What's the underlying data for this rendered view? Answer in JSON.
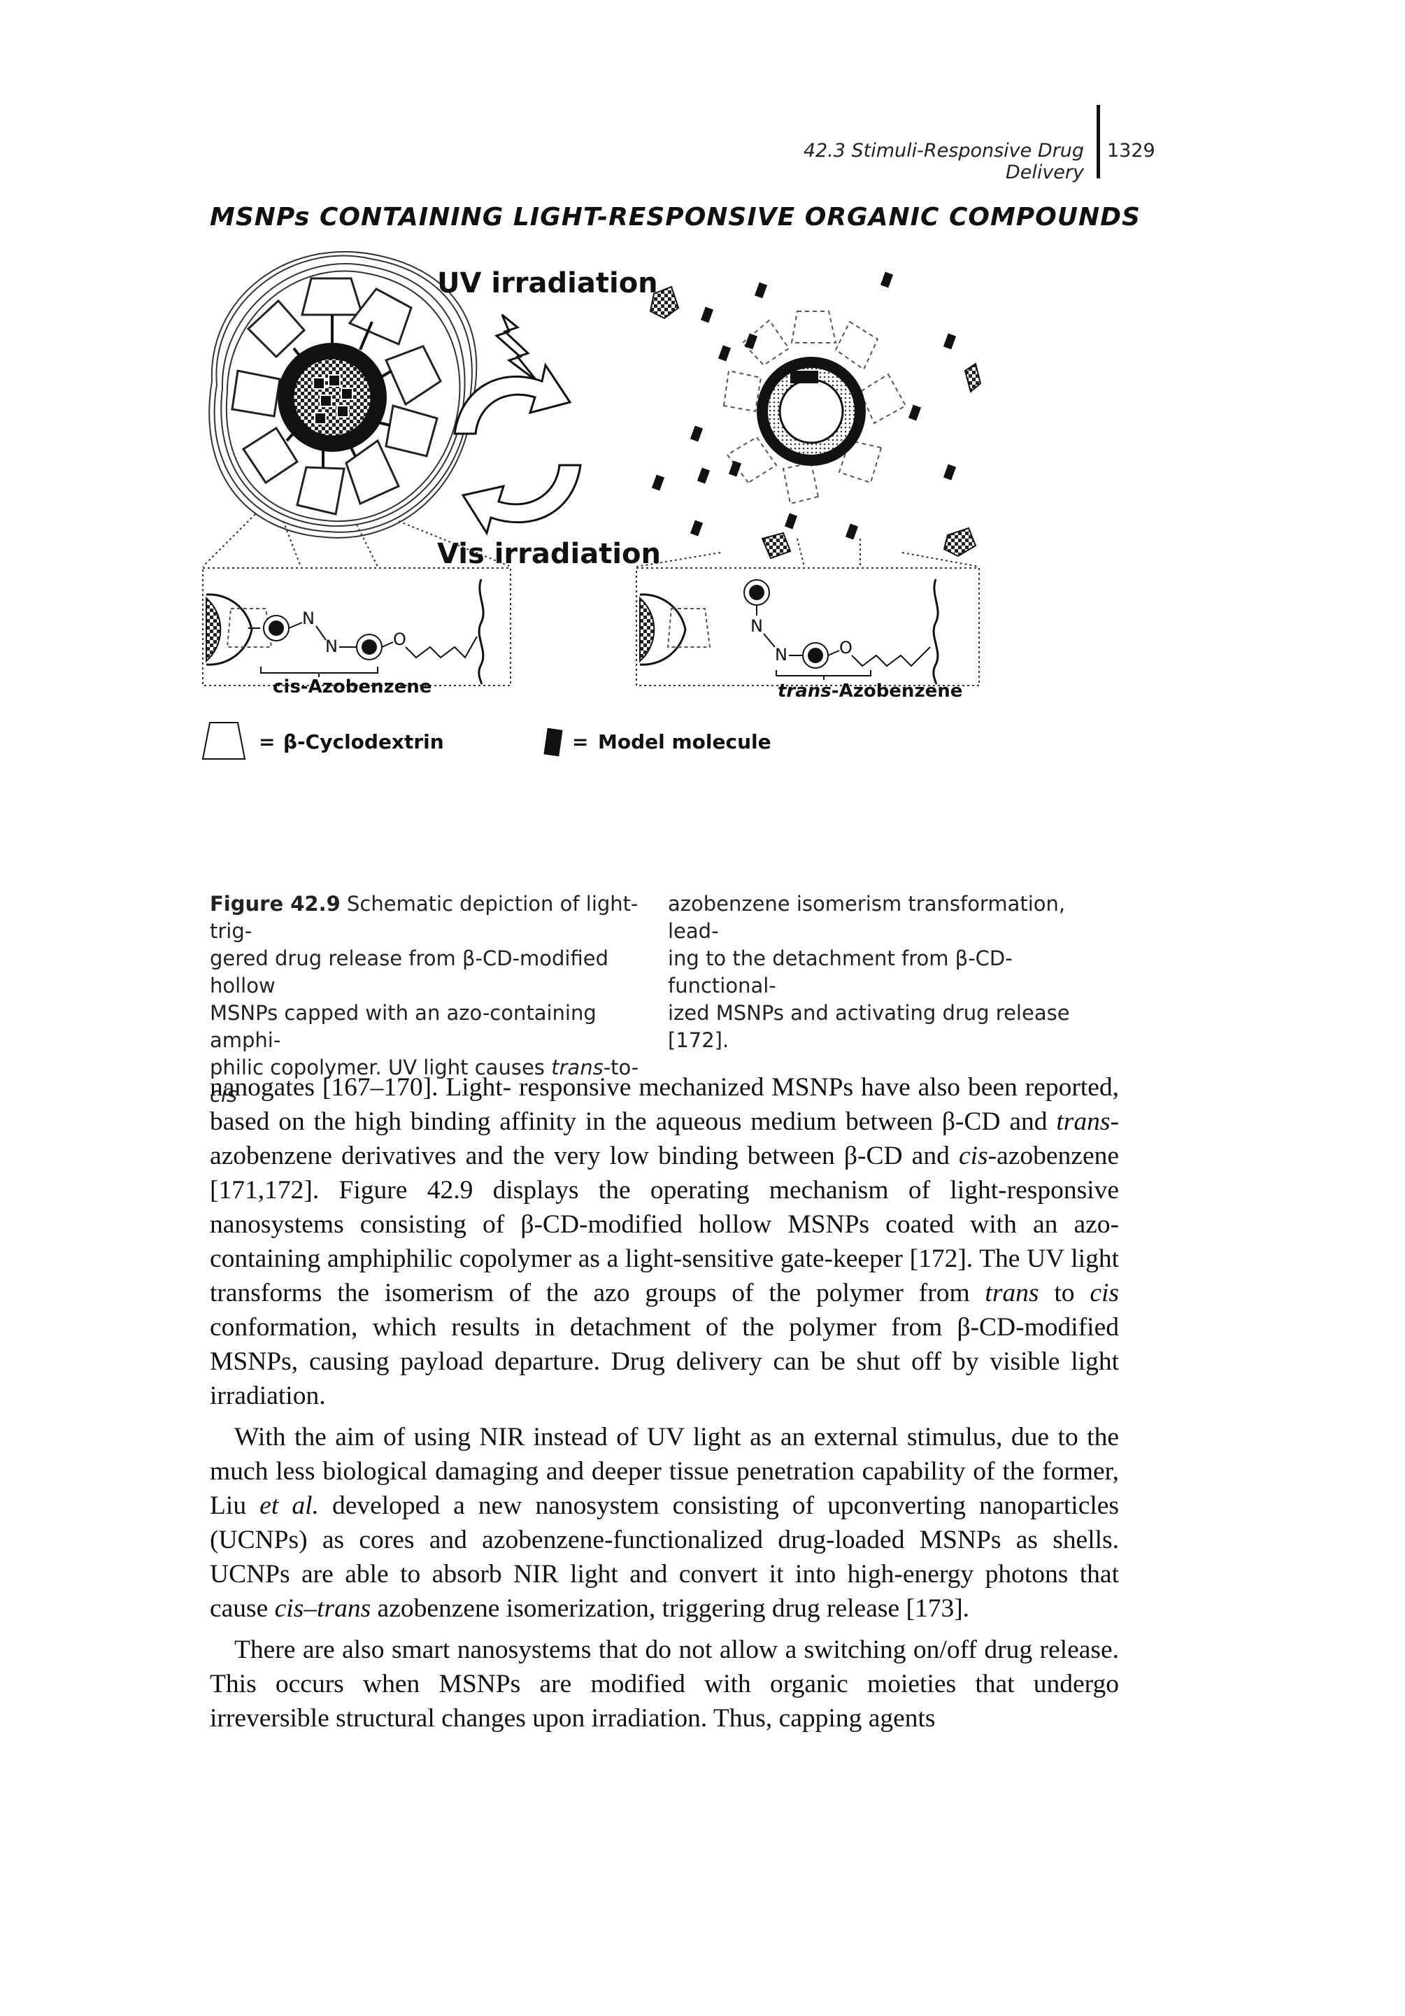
{
  "running_head": {
    "section_title": "42.3 Stimuli-Responsive Drug Delivery",
    "page_number": "1329"
  },
  "figure": {
    "heading": "MSNPs CONTAINING LIGHT-RESPONSIVE ORGANIC COMPOUNDS",
    "uv_label": "UV irradiation",
    "vis_label": "Vis irradiation",
    "atom_N": "N",
    "atom_O": "O",
    "cis_label": "cis-Azobenzene",
    "trans_label_italic": "trans",
    "trans_label_rest": "-Azobenzene",
    "legend": {
      "cyclodextrin_eq": "=",
      "cyclodextrin": "β-Cyclodextrin",
      "model_eq": "=",
      "model_molecule": "Model molecule"
    }
  },
  "caption": {
    "label": "Figure 42.9",
    "left_col": [
      {
        "text": "Schematic depiction of light-trig-"
      },
      {
        "text": "gered drug release from β-CD-modified hollow"
      },
      {
        "text": "MSNPs capped with an azo-containing amphi-"
      },
      {
        "text": "philic copolymer. UV light causes "
      }
    ],
    "left_last_italic_1": "trans",
    "left_last_mid": "-to-",
    "left_last_italic_2": "cis",
    "right_col": [
      "azobenzene isomerism transformation, lead-",
      "ing to the detachment from β-CD-functional-",
      "ized MSNPs and activating drug release [172]."
    ]
  },
  "body": {
    "p1": {
      "a": "nanogates [167–170]. Light- responsive mechanized MSNPs have also been reported, based on the high binding affinity in the aqueous medium between β-CD and ",
      "b_italic": "trans",
      "c": "-azobenzene derivatives and the very low binding between β-CD and ",
      "d_italic": "cis",
      "e": "-azobenzene [171,172]. Figure 42.9 displays the operating mechanism of light-responsive nanosystems consisting of β-CD-modified hollow MSNPs coated with an azo-containing amphiphilic copolymer as a light-sensitive gate-keeper [172]. The UV light transforms the isomerism of the azo groups of the polymer from ",
      "f_italic": "trans",
      "g": " to ",
      "h_italic": "cis",
      "i": " conformation, which results in detachment of the polymer from β-CD-modified MSNPs, causing payload departure. Drug delivery can be shut off by visible light irradiation."
    },
    "p2": {
      "a": "With the aim of using NIR instead of UV light as an external stimulus, due to the much less biological damaging and deeper tissue penetration capability of the former, Liu ",
      "b_italic": "et al.",
      "c": " developed a new nanosystem consisting of upconverting nanoparticles (UCNPs) as cores and azobenzene-functionalized drug-loaded MSNPs as shells. UCNPs are able to absorb NIR light and convert it into high-energy photons that cause ",
      "d_italic": "cis–trans",
      "e": " azobenzene isomerization, triggering drug release [173]."
    },
    "p3": "There are also smart nanosystems that do not allow a switching on/off drug release. This occurs when MSNPs are modified with organic moieties that undergo irreversible structural changes upon irradiation. Thus, capping agents"
  }
}
